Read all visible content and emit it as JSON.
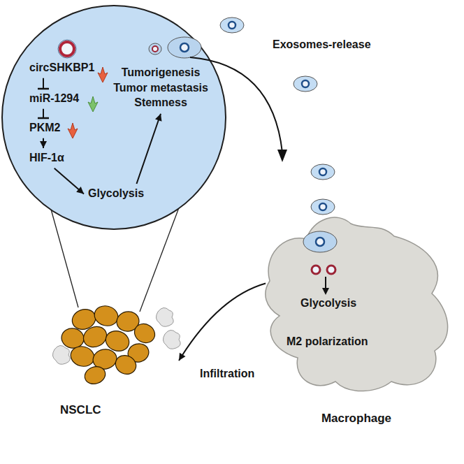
{
  "diagram": {
    "nodes": [
      {
        "text": [
          "circSHKBP1"
        ]
      },
      {
        "text": [
          "miR-1294"
        ]
      },
      {
        "text": [
          "PKM2"
        ]
      },
      {
        "text": [
          "HIF-1α"
        ]
      },
      {
        "text": [
          "Glycolysis"
        ]
      },
      {
        "text": [
          "Tumorigenesis Tumor metastasis Stemness"
        ]
      },
      {
        "text": [
          "Macrophage"
        ]
      },
      {
        "text": [
          "Glycolysis"
        ],
        "in": 6
      },
      {
        "text": [
          "M2 polarization"
        ],
        "in": 6
      },
      {
        "text": [
          "NSCLC"
        ]
      }
    ],
    "edges": [
      {
        "from": 0,
        "to": 1,
        "arrow": "to"
      },
      {
        "from": 1,
        "to": 2,
        "arrow": "to"
      },
      {
        "from": 2,
        "to": 3,
        "arrow": "to"
      },
      {
        "from": 3,
        "to": 4,
        "arrow": "to"
      },
      {
        "from": 4,
        "to": 5,
        "arrow": "to"
      },
      {
        "from": 7,
        "to": 8,
        "arrow": "to"
      },
      {
        "from": 6,
        "to": 9,
        "label": "Infiltration",
        "arrow": "to"
      }
    ],
    "labels": [
      "Exosomes-release"
    ]
  }
}
